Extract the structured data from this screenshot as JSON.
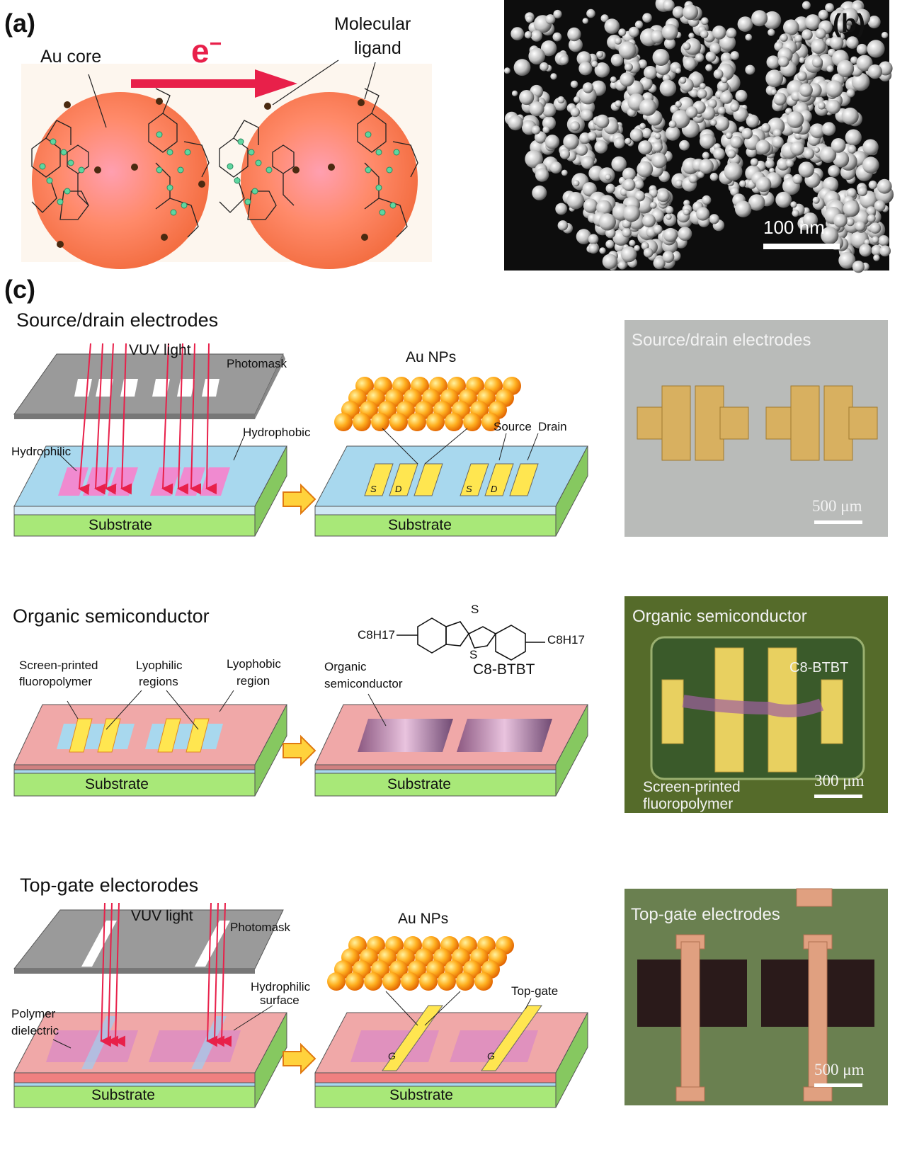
{
  "panel_a": {
    "letter": "(a)",
    "au_core": "Au core",
    "electron": "e",
    "electron_sup": "−",
    "ligand_line1": "Molecular",
    "ligand_line2": "ligand"
  },
  "panel_b": {
    "letter": "(b)",
    "scale": "100 nm"
  },
  "panel_c": {
    "letter": "(c)",
    "row1": {
      "title": "Source/drain electrodes",
      "vuv": "VUV light",
      "photomask": "Photomask",
      "hydrophobic": "Hydrophobic",
      "hydrophilic": "Hydrophilic",
      "substrate_left": "Substrate",
      "au_nps": "Au NPs",
      "source": "Source",
      "drain": "Drain",
      "s": "S",
      "d": "D",
      "substrate_right": "Substrate",
      "photo_title": "Source/drain electrodes",
      "photo_scale": "500 μm"
    },
    "row2": {
      "title": "Organic semiconductor",
      "screen_printed_1": "Screen-printed",
      "screen_printed_2": "fluoropolymer",
      "lyophilic_1": "Lyophilic",
      "lyophilic_2": "regions",
      "lyophobic_1": "Lyophobic",
      "lyophobic_2": "region",
      "substrate_left": "Substrate",
      "organic_1": "Organic",
      "organic_2": "semiconductor",
      "c8h17_left": "C8H17",
      "c8h17_right": "C8H17",
      "sulfur": "S",
      "molecule_name": "C8-BTBT",
      "substrate_right": "Substrate",
      "photo_title": "Organic semiconductor",
      "photo_c8btbt": "C8-BTBT",
      "photo_screen_1": "Screen-printed",
      "photo_screen_2": "fluoropolymer",
      "photo_scale": "300 μm"
    },
    "row3": {
      "title": "Top-gate electorodes",
      "vuv": "VUV light",
      "photomask": "Photomask",
      "hydrophilic_1": "Hydrophilic",
      "hydrophilic_2": "surface",
      "polymer_1": "Polymer",
      "polymer_2": "dielectric",
      "substrate_left": "Substrate",
      "au_nps": "Au NPs",
      "top_gate": "Top-gate",
      "g": "G",
      "substrate_right": "Substrate",
      "photo_title": "Top-gate electrodes",
      "photo_scale": "500 μm"
    }
  }
}
